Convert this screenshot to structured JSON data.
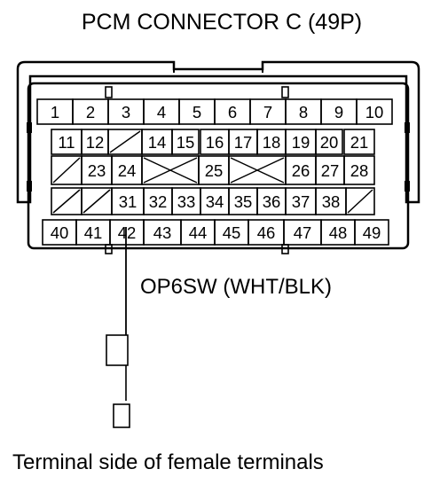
{
  "title": "PCM CONNECTOR C (49P)",
  "wire_label": "OP6SW (WHT/BLK)",
  "caption": "Terminal side of female terminals",
  "connector": {
    "rows": [
      [
        "1",
        "2",
        "3",
        "4",
        "5",
        "6",
        "7",
        "8",
        "9",
        "10"
      ],
      [
        "11",
        "12",
        "",
        "14",
        "15",
        "16",
        "17",
        "18",
        "19",
        "20",
        "21"
      ],
      [
        "",
        "23",
        "24",
        "",
        "25",
        "",
        "26",
        "27",
        "28"
      ],
      [
        "",
        "",
        "31",
        "32",
        "33",
        "34",
        "35",
        "36",
        "37",
        "38",
        ""
      ],
      [
        "40",
        "41",
        "42",
        "43",
        "44",
        "45",
        "46",
        "47",
        "48",
        "49"
      ]
    ],
    "highlighted_pin": "42"
  }
}
